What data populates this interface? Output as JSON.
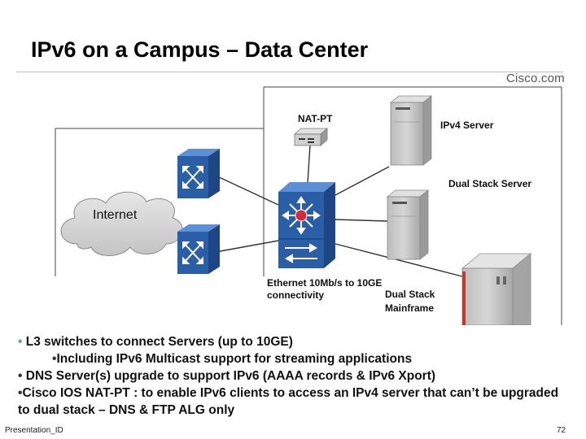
{
  "slide": {
    "title": "IPv6 on a Campus – Data Center",
    "logo": "Cisco.com",
    "footer_left": "Presentation_ID",
    "page_number": "72"
  },
  "diagram": {
    "nodes": {
      "nat_pt": "NAT-PT",
      "ipv4_server": "IPv4 Server",
      "dual_stack_server": "Dual Stack Server",
      "internet": "Internet",
      "ethernet_line1": "Ethernet 10Mb/s to 10GE",
      "ethernet_line2": "connectivity",
      "mainframe_line1": "Dual Stack",
      "mainframe_line2": "Mainframe"
    },
    "icons": [
      "router-icon",
      "router-icon",
      "layer3-switch-icon",
      "nat-device-icon",
      "server-tower-icon",
      "server-tower-icon",
      "mainframe-icon",
      "cloud-icon"
    ]
  },
  "bullets": [
    {
      "marker": "•",
      "text": " L3 switches to connect Servers (up to 10GE)",
      "level": 0
    },
    {
      "marker": "•",
      "text": "Including IPv6 Multicast support for streaming applications",
      "level": 1
    },
    {
      "marker": "•",
      "text": " DNS Server(s) upgrade to support IPv6 (AAAA records & IPv6 Xport)",
      "level": 0
    },
    {
      "marker": "•",
      "text": "Cisco IOS NAT-PT : to enable IPv6 clients to access an IPv4 server that can’t be upgraded to dual stack – DNS & FTP ALG only",
      "level": 0
    }
  ],
  "colors": {
    "device_blue": "#2a5fa8",
    "device_blue_light": "#5b8fd6",
    "switch_hub_red": "#d8293a",
    "server_grey": "#c9c9c9",
    "mainframe_stripe": "#c0392b"
  }
}
